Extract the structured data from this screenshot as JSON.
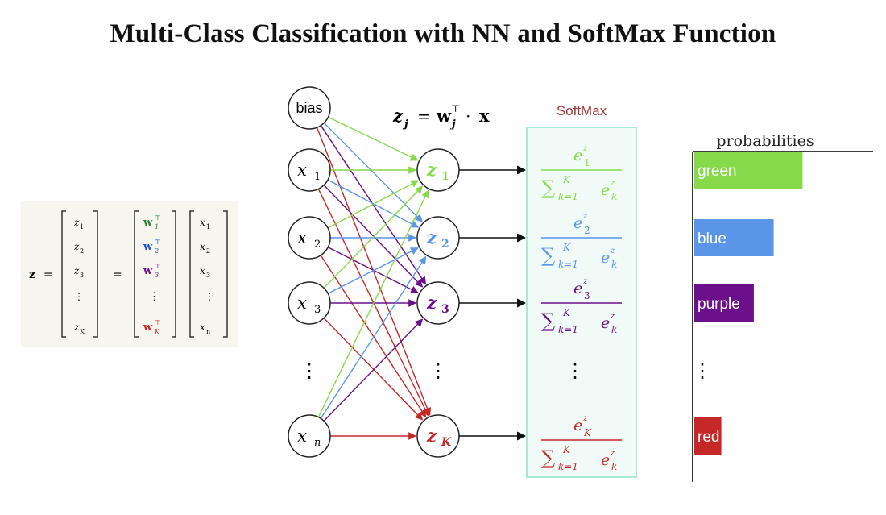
{
  "title": "Multi-Class Classification with NN and SoftMax Function",
  "colors": {
    "green": "#86d94a",
    "blue": "#5b95e8",
    "purple": "#6b0f8a",
    "red": "#c62828",
    "softmax_label": "#a03a3a",
    "softmax_border": "#a7ead6",
    "softmax_fill": "#f0fbf7",
    "matrix_bg": "#f6f6ef"
  },
  "matrix_equation": {
    "lhs": "z",
    "equals": "=",
    "z_vector": [
      "z",
      "z",
      "z",
      "⋮",
      "z"
    ],
    "z_subscripts": [
      "1",
      "2",
      "3",
      "",
      "K"
    ],
    "w_rows": [
      "w",
      "w",
      "w",
      "⋮",
      "w"
    ],
    "w_subscripts": [
      "1",
      "2",
      "3",
      "",
      "K"
    ],
    "transpose": "⊤",
    "x_vector": [
      "x",
      "x",
      "x",
      "⋮",
      "x"
    ],
    "x_subscripts": [
      "1",
      "2",
      "3",
      "",
      "n"
    ]
  },
  "network": {
    "formula": {
      "z": "z",
      "j": "j",
      "eq": "=",
      "w": "w",
      "t": "⊤",
      "dot": "·",
      "x": "x"
    },
    "inputs": [
      {
        "kind": "bias",
        "label": "bias",
        "sub": ""
      },
      {
        "kind": "x",
        "label": "x",
        "sub": "1"
      },
      {
        "kind": "x",
        "label": "x",
        "sub": "2"
      },
      {
        "kind": "x",
        "label": "x",
        "sub": "3"
      },
      {
        "kind": "dots",
        "label": "⋮",
        "sub": ""
      },
      {
        "kind": "x",
        "label": "x",
        "sub": "n"
      }
    ],
    "outputs": [
      {
        "kind": "z",
        "label": "z",
        "sub": "1",
        "color": "green"
      },
      {
        "kind": "z",
        "label": "z",
        "sub": "2",
        "color": "blue"
      },
      {
        "kind": "z",
        "label": "z",
        "sub": "3",
        "color": "purple"
      },
      {
        "kind": "dots",
        "label": "⋮",
        "sub": "",
        "color": ""
      },
      {
        "kind": "z",
        "label": "z",
        "sub": "K",
        "color": "red"
      }
    ]
  },
  "softmax": {
    "label": "SoftMax",
    "rows": [
      {
        "e": "e",
        "z": "z",
        "num_sub": "1",
        "sum": "∑",
        "upper": "K",
        "lower": "k=1",
        "den_e": "e",
        "den_sub": "k",
        "color": "green"
      },
      {
        "e": "e",
        "z": "z",
        "num_sub": "2",
        "sum": "∑",
        "upper": "K",
        "lower": "k=1",
        "den_e": "e",
        "den_sub": "k",
        "color": "blue"
      },
      {
        "e": "e",
        "z": "z",
        "num_sub": "3",
        "sum": "∑",
        "upper": "K",
        "lower": "k=1",
        "den_e": "e",
        "den_sub": "k",
        "color": "purple"
      },
      {
        "dots": "⋮"
      },
      {
        "e": "e",
        "z": "z",
        "num_sub": "K",
        "sum": "∑",
        "upper": "K",
        "lower": "k=1",
        "den_e": "e",
        "den_sub": "k",
        "color": "red"
      }
    ]
  },
  "probabilities": {
    "title": "probabilities",
    "bars": [
      {
        "label": "green",
        "value": 0.6,
        "color": "green"
      },
      {
        "label": "blue",
        "value": 0.44,
        "color": "blue"
      },
      {
        "label": "purple",
        "value": 0.33,
        "color": "purple"
      },
      {
        "dots": "⋮"
      },
      {
        "label": "red",
        "value": 0.15,
        "color": "red"
      }
    ]
  }
}
